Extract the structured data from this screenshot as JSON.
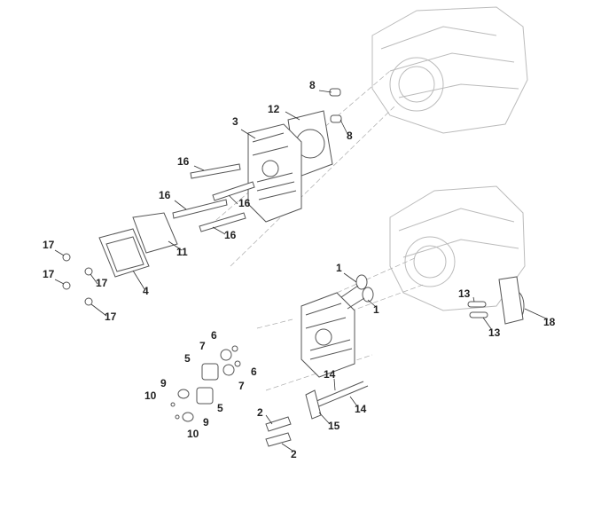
{
  "diagram": {
    "title": "Cylinder head and valve train exploded view",
    "callouts": [
      "8",
      "8",
      "12",
      "3",
      "16",
      "16",
      "16",
      "16",
      "11",
      "17",
      "17",
      "17",
      "17",
      "4",
      "1",
      "1",
      "13",
      "13",
      "18",
      "6",
      "6",
      "7",
      "7",
      "5",
      "5",
      "9",
      "9",
      "10",
      "10",
      "14",
      "14",
      "15",
      "2",
      "2"
    ]
  }
}
